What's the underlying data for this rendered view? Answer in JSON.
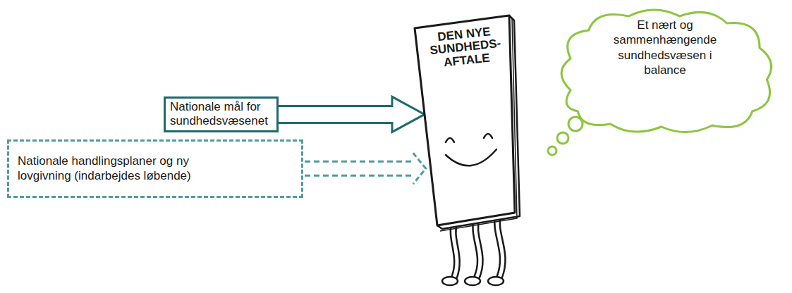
{
  "diagram": {
    "nodes": [
      {
        "text": [
          "Nationale mål for sundhedsvæsenet"
        ]
      },
      {
        "text": [
          "Nationale handlingsplaner og ny lovgivning (indarbejdes løbende)"
        ]
      },
      {
        "text": [
          "DEN NYE SUNDHEDS- AFTALE"
        ]
      },
      {
        "text": [
          "Et nært og sammenhængende sundhedsvæsen i balance"
        ]
      }
    ],
    "edges": [
      {
        "from": 0,
        "to": 2,
        "arrow": "to"
      },
      {
        "from": 1,
        "to": 2,
        "arrow": "to"
      }
    ]
  }
}
